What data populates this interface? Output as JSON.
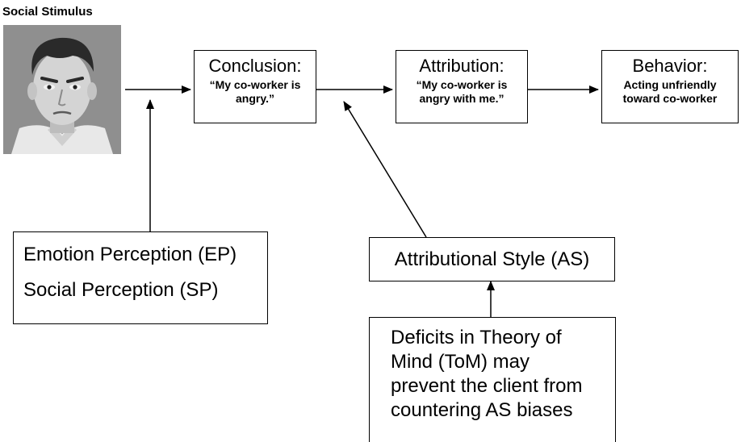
{
  "stimulus": {
    "label": "Social Stimulus"
  },
  "conclusion": {
    "title": "Conclusion:",
    "text_line1": "“My co-worker is",
    "text_line2": "angry.”"
  },
  "attribution": {
    "title": "Attribution:",
    "text_line1": "“My co-worker is",
    "text_line2": "angry with me.”"
  },
  "behavior": {
    "title": "Behavior:",
    "text_line1": "Acting unfriendly",
    "text_line2": "toward co-worker"
  },
  "perception": {
    "line1": "Emotion Perception (EP)",
    "line2": "Social Perception (SP)"
  },
  "attributional_style": {
    "label": "Attributional Style (AS)"
  },
  "tom": {
    "line1": "Deficits in Theory of",
    "line2": "Mind (ToM) may",
    "line3": "prevent the client from",
    "line4": "countering AS biases"
  }
}
